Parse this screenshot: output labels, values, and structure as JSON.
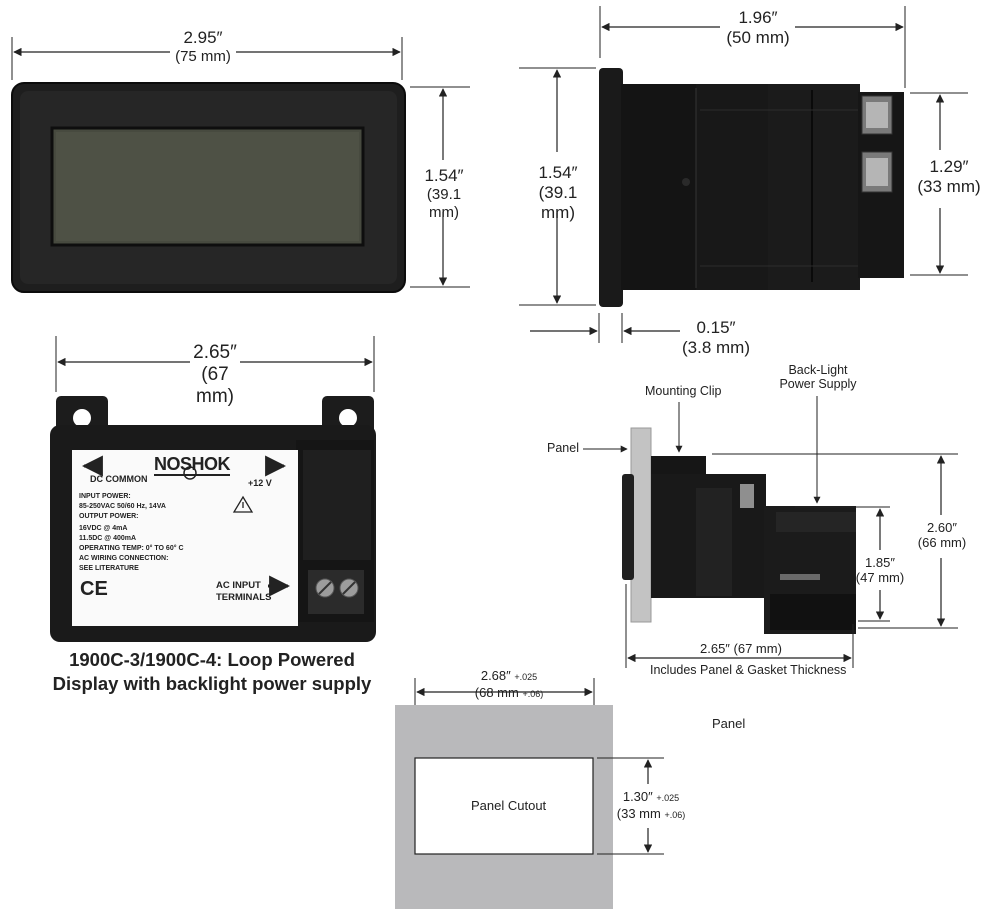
{
  "front": {
    "width_in": "2.95″",
    "width_mm": "(75 mm)",
    "height_in": "1.54″",
    "height_mm": "(39.1 mm)"
  },
  "side": {
    "depth_in": "1.96″",
    "depth_mm": "(50 mm)",
    "height_in": "1.54″",
    "height_mm": "(39.1 mm)",
    "terminal_in": "1.29″",
    "terminal_mm": "(33 mm)",
    "bezel_in": "0.15″",
    "bezel_mm": "(3.8 mm)"
  },
  "back": {
    "width_in": "2.65″",
    "width_mm": "(67 mm)",
    "brand": "NOSHOK",
    "dc_common": "DC COMMON",
    "plus12": "+12 V",
    "specs": [
      "INPUT POWER:",
      "85-250VAC  50/60 Hz, 14VA",
      "OUTPUT POWER:",
      "16VDC @ 4mA",
      "11.5DC @ 400mA",
      "OPERATING TEMP: 0° TO 60° C",
      "AC WIRING CONNECTION:",
      "SEE LITERATURE"
    ],
    "ac_input": "AC INPUT",
    "terminals": "TERMINALS",
    "ce": "CE"
  },
  "caption": {
    "line1": "1900C-3/1900C-4: Loop Powered",
    "line2": "Display with backlight power supply"
  },
  "assembly": {
    "panel_label": "Panel",
    "mounting_clip": "Mounting Clip",
    "backlight_line1": "Back-Light",
    "backlight_line2": "Power Supply",
    "h1_in": "2.60″",
    "h1_mm": "(66 mm)",
    "h2_in": "1.85″",
    "h2_mm": "(47 mm)",
    "length": "2.65″ (67 mm)",
    "includes": "Includes Panel & Gasket Thickness"
  },
  "cutout": {
    "width_in": "2.68″",
    "width_tol": "+.025",
    "width_mm": "(68 mm",
    "width_mm_tol": "+.06)",
    "height_in": "1.30″",
    "height_tol": "+.025",
    "height_mm": "(33 mm",
    "height_mm_tol": "+.06)",
    "panel_label": "Panel",
    "cutout_label": "Panel Cutout"
  },
  "colors": {
    "device": "#1c1c1c",
    "lcd": "#4a4c40",
    "panel": "#c8c8c8"
  }
}
